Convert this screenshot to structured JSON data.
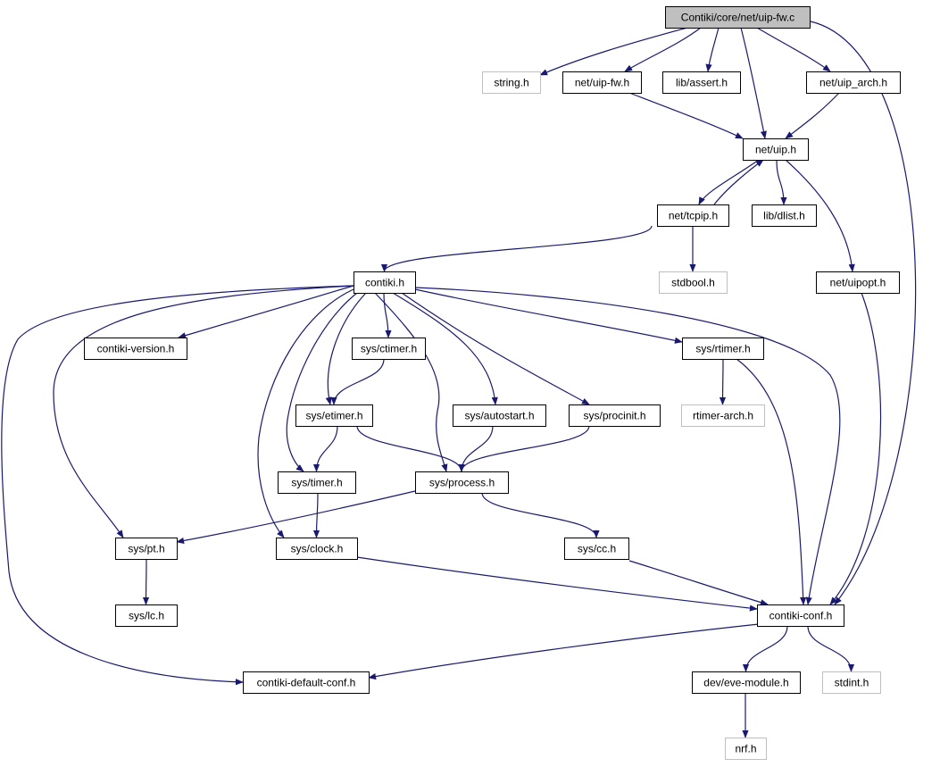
{
  "graph": {
    "root": "Contiki/core/net/uip-fw.c",
    "colors": {
      "edge": "#191970",
      "node_border": "#000000",
      "missing_border": "#bfbfbf",
      "root_fill": "#bfbfbf",
      "node_fill": "#ffffff"
    },
    "nodes": [
      {
        "id": "root",
        "label": "Contiki/core/net/uip-fw.c",
        "kind": "root"
      },
      {
        "id": "string",
        "label": "string.h",
        "kind": "missing"
      },
      {
        "id": "uipfw",
        "label": "net/uip-fw.h",
        "kind": "normal"
      },
      {
        "id": "assert",
        "label": "lib/assert.h",
        "kind": "normal"
      },
      {
        "id": "uiparch",
        "label": "net/uip_arch.h",
        "kind": "normal"
      },
      {
        "id": "uip",
        "label": "net/uip.h",
        "kind": "normal"
      },
      {
        "id": "tcpip",
        "label": "net/tcpip.h",
        "kind": "normal"
      },
      {
        "id": "dlist",
        "label": "lib/dlist.h",
        "kind": "normal"
      },
      {
        "id": "contiki",
        "label": "contiki.h",
        "kind": "normal"
      },
      {
        "id": "stdbool",
        "label": "stdbool.h",
        "kind": "missing"
      },
      {
        "id": "uipopt",
        "label": "net/uipopt.h",
        "kind": "normal"
      },
      {
        "id": "version",
        "label": "contiki-version.h",
        "kind": "normal"
      },
      {
        "id": "ctimer",
        "label": "sys/ctimer.h",
        "kind": "normal"
      },
      {
        "id": "rtimer",
        "label": "sys/rtimer.h",
        "kind": "normal"
      },
      {
        "id": "etimer",
        "label": "sys/etimer.h",
        "kind": "normal"
      },
      {
        "id": "autostart",
        "label": "sys/autostart.h",
        "kind": "normal"
      },
      {
        "id": "procinit",
        "label": "sys/procinit.h",
        "kind": "normal"
      },
      {
        "id": "rtimerarch",
        "label": "rtimer-arch.h",
        "kind": "missing"
      },
      {
        "id": "timer",
        "label": "sys/timer.h",
        "kind": "normal"
      },
      {
        "id": "process",
        "label": "sys/process.h",
        "kind": "normal"
      },
      {
        "id": "pt",
        "label": "sys/pt.h",
        "kind": "normal"
      },
      {
        "id": "clock",
        "label": "sys/clock.h",
        "kind": "normal"
      },
      {
        "id": "cc",
        "label": "sys/cc.h",
        "kind": "normal"
      },
      {
        "id": "lc",
        "label": "sys/lc.h",
        "kind": "normal"
      },
      {
        "id": "conf",
        "label": "contiki-conf.h",
        "kind": "normal"
      },
      {
        "id": "defconf",
        "label": "contiki-default-conf.h",
        "kind": "normal"
      },
      {
        "id": "eve",
        "label": "dev/eve-module.h",
        "kind": "normal"
      },
      {
        "id": "stdint",
        "label": "stdint.h",
        "kind": "missing"
      },
      {
        "id": "nrf",
        "label": "nrf.h",
        "kind": "missing"
      }
    ],
    "edges": [
      [
        "root",
        "string"
      ],
      [
        "root",
        "uipfw"
      ],
      [
        "root",
        "assert"
      ],
      [
        "root",
        "uip"
      ],
      [
        "root",
        "uiparch"
      ],
      [
        "root",
        "conf"
      ],
      [
        "uipfw",
        "uip"
      ],
      [
        "uiparch",
        "uip"
      ],
      [
        "uip",
        "tcpip"
      ],
      [
        "uip",
        "dlist"
      ],
      [
        "uip",
        "uipopt"
      ],
      [
        "tcpip",
        "uip"
      ],
      [
        "tcpip",
        "contiki"
      ],
      [
        "tcpip",
        "stdbool"
      ],
      [
        "uipopt",
        "conf"
      ],
      [
        "contiki",
        "version"
      ],
      [
        "contiki",
        "ctimer"
      ],
      [
        "contiki",
        "rtimer"
      ],
      [
        "contiki",
        "etimer"
      ],
      [
        "contiki",
        "autostart"
      ],
      [
        "contiki",
        "procinit"
      ],
      [
        "contiki",
        "timer"
      ],
      [
        "contiki",
        "process"
      ],
      [
        "contiki",
        "pt"
      ],
      [
        "contiki",
        "clock"
      ],
      [
        "contiki",
        "conf"
      ],
      [
        "contiki",
        "defconf"
      ],
      [
        "ctimer",
        "etimer"
      ],
      [
        "rtimer",
        "rtimerarch"
      ],
      [
        "rtimer",
        "conf"
      ],
      [
        "etimer",
        "timer"
      ],
      [
        "etimer",
        "process"
      ],
      [
        "autostart",
        "process"
      ],
      [
        "procinit",
        "process"
      ],
      [
        "timer",
        "clock"
      ],
      [
        "process",
        "pt"
      ],
      [
        "process",
        "cc"
      ],
      [
        "pt",
        "lc"
      ],
      [
        "clock",
        "conf"
      ],
      [
        "cc",
        "conf"
      ],
      [
        "conf",
        "defconf"
      ],
      [
        "conf",
        "eve"
      ],
      [
        "conf",
        "stdint"
      ],
      [
        "eve",
        "nrf"
      ]
    ]
  }
}
